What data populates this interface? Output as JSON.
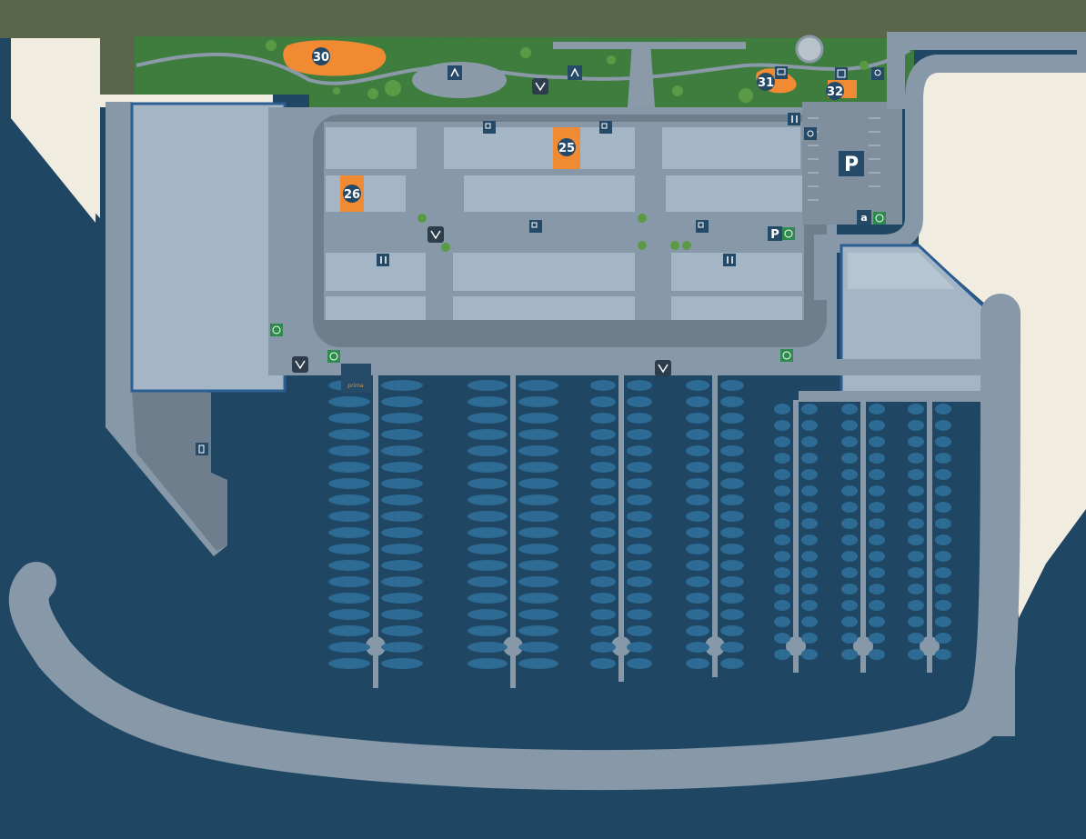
{
  "colors": {
    "water": "#1f4663",
    "land": "#f1ece0",
    "pier": "#8799a8",
    "pier_dark": "#6f7e8c",
    "building": "#a4b6c6",
    "building_edge": "#2b5f93",
    "park": "#3f7d3f",
    "road_strip": "#5b6549",
    "highlight": "#f08a33",
    "icon_bg": "#244a68",
    "recycle_icon": "#2f8a4e",
    "boat": "#2d6a94"
  },
  "locations": [
    {
      "number": "30",
      "kind": "park-area"
    },
    {
      "number": "31",
      "kind": "park-area"
    },
    {
      "number": "32",
      "kind": "park-area"
    },
    {
      "number": "25",
      "kind": "shop-unit"
    },
    {
      "number": "26",
      "kind": "shop-unit"
    }
  ],
  "parking": {
    "label": "P",
    "secondary_label": "P"
  },
  "amenity_label": "a",
  "operator_logo": "prima",
  "icons": [
    "parking-ticket-icon",
    "toilet-icon",
    "waste-bin-icon",
    "recycle-icon",
    "playground-icon",
    "elevator-icon",
    "fuel-station-icon",
    "viewpoint-icon"
  ]
}
